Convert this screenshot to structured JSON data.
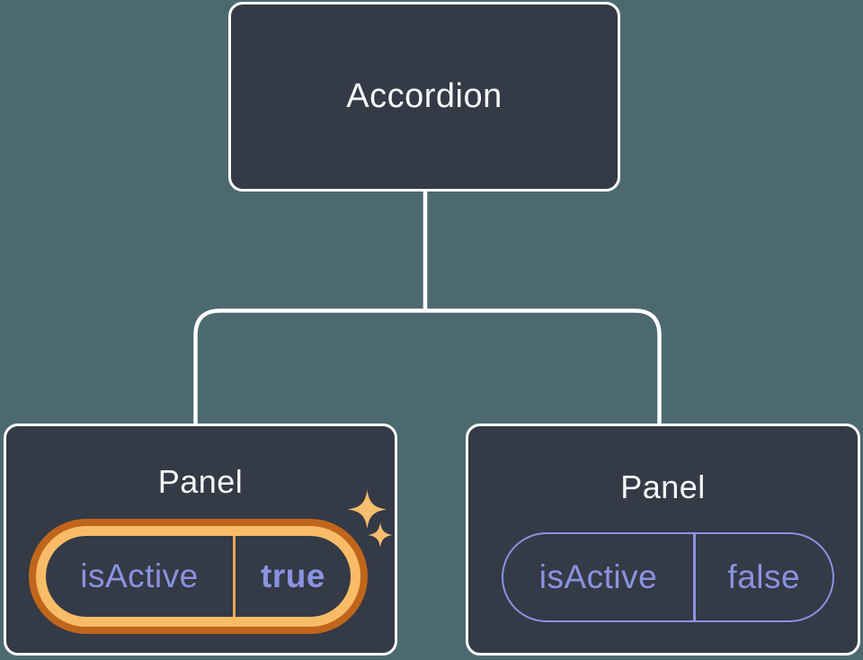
{
  "theme": {
    "bg": "#4C6970",
    "node-fill": "#343A46",
    "node-border": "#FFFFFF",
    "text-light": "#F6F7F9",
    "purple": "#8B92E0",
    "pill-outer": "#C0661A",
    "pill-inner": "#F9BC66",
    "pill-divider": "#EDA75C",
    "sparkle": "#F6BE6E"
  },
  "tree": {
    "root": {
      "label": "Accordion"
    },
    "children": [
      {
        "label": "Panel",
        "prop_name": "isActive",
        "prop_value": "true",
        "highlighted": true
      },
      {
        "label": "Panel",
        "prop_name": "isActive",
        "prop_value": "false",
        "highlighted": false
      }
    ]
  },
  "icons": [
    {
      "name": "sparkle-icon-large",
      "meaning": "state-change sparkle"
    },
    {
      "name": "sparkle-icon-small",
      "meaning": "state-change sparkle"
    }
  ]
}
